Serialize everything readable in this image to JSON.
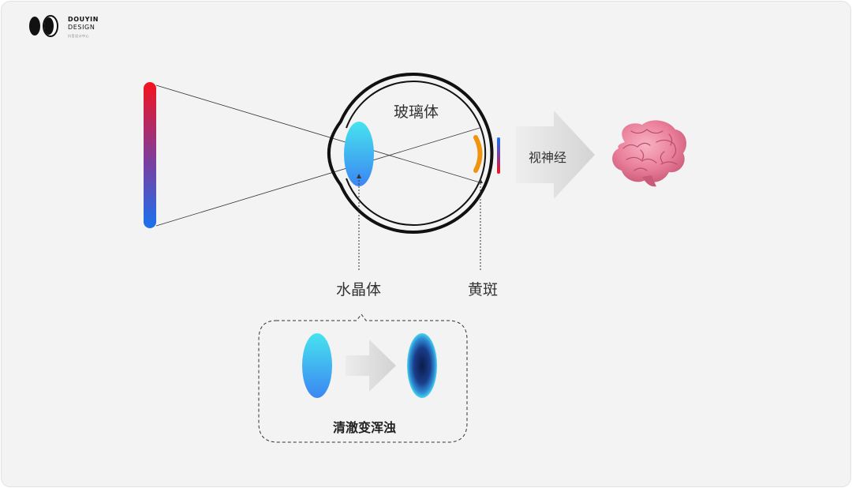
{
  "logo": {
    "line1": "DOUYIN",
    "line2": "DESIGN",
    "line3": "抖音设计中心"
  },
  "labels": {
    "vitreous": "玻璃体",
    "optic_nerve": "视神经",
    "lens": "水晶体",
    "macula": "黄斑",
    "change": "清澈变浑浊"
  },
  "icons": {
    "brain": "brain-icon",
    "arrow": "arrow-right-icon"
  },
  "colors": {
    "object_top": "#f5121c",
    "object_bottom": "#1a72ef",
    "lens_top": "#47e3ef",
    "lens_bottom": "#3b86f2",
    "macula": "#f0940f",
    "brain": "#ea7f9a",
    "cloudy_lens_center": "#0b1c4a"
  }
}
